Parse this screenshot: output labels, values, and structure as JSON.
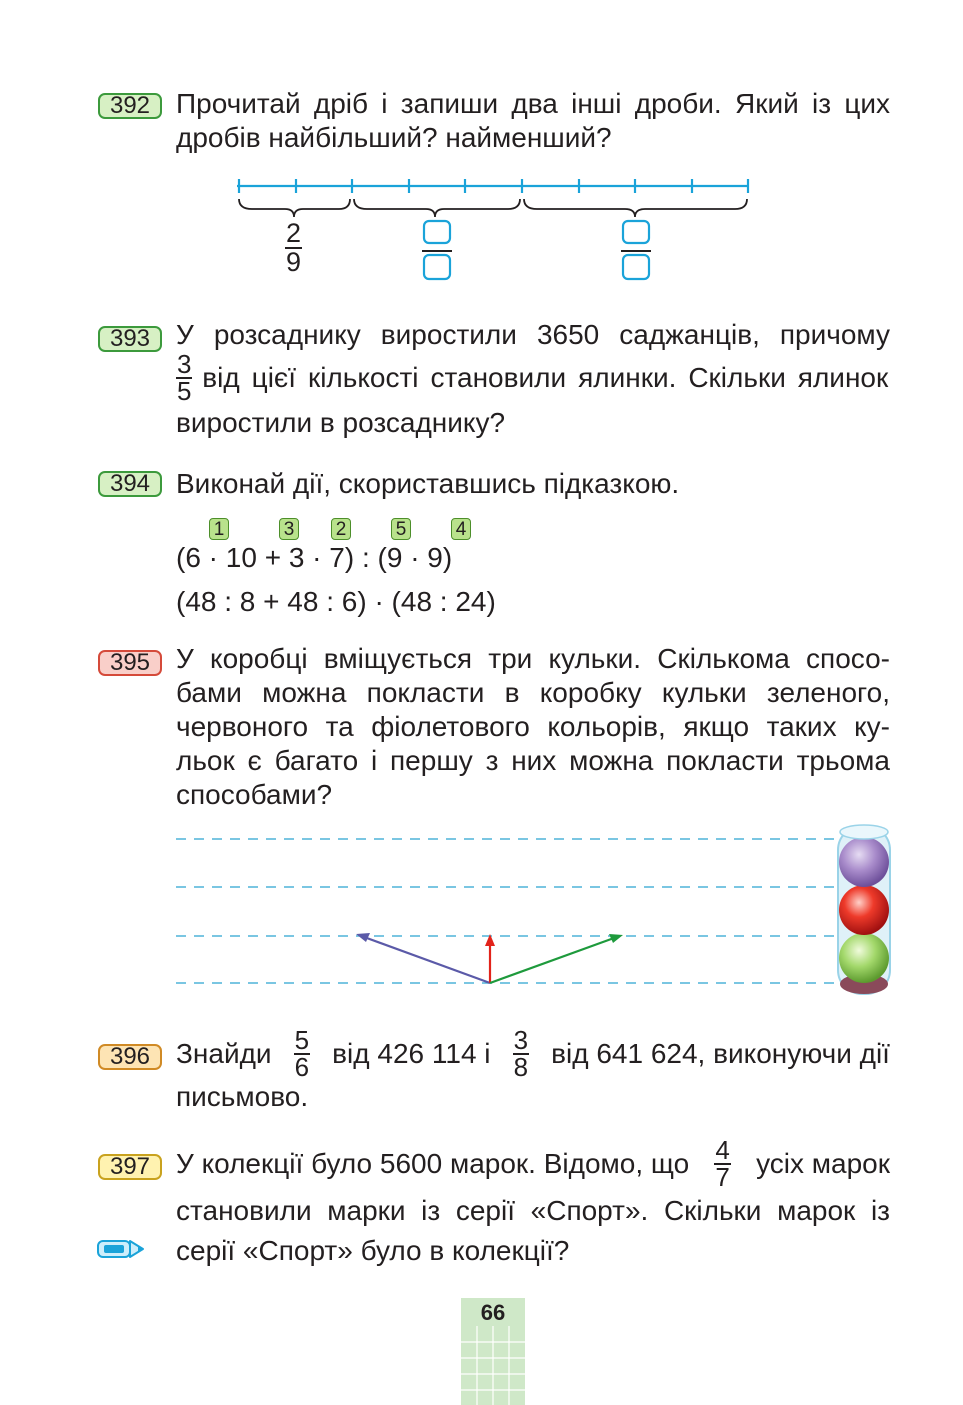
{
  "tasks": {
    "t392": {
      "number": "392",
      "lines": [
        "Прочитай дріб і запиши два інші дроби. Який із цих",
        "дробів найбільший? найменший?"
      ],
      "fraction": {
        "num": "2",
        "den": "9"
      }
    },
    "t393": {
      "number": "393",
      "line1": "У розсаднику виростили 3650 саджанців, причому",
      "fraction": {
        "num": "3",
        "den": "5"
      },
      "line2": "від цієї кількості становили ялинки. Скільки ялинок",
      "line3": "виростили в розсаднику?"
    },
    "t394": {
      "number": "394",
      "text": "Виконай дії, скориставшись підказкою.",
      "steps": [
        "1",
        "3",
        "2",
        "5",
        "4"
      ],
      "expr1": "(6 · 10 + 3 · 7) : (9 · 9)",
      "expr2": "(48 : 8 + 48 : 6) · (48 : 24)"
    },
    "t395": {
      "number": "395",
      "lines": [
        "У коробці вміщується три кульки. Скількома спосо-",
        "бами можна покласти в коробку кульки зеленого,",
        "червоного та фіолетового кольорів, якщо таких ку-",
        "льок є багато і першу з них можна покласти трьома",
        "способами?"
      ]
    },
    "t396": {
      "number": "396",
      "part1": "Знайди",
      "frac1": {
        "num": "5",
        "den": "6"
      },
      "part2": "від 426 114 і",
      "frac2": {
        "num": "3",
        "den": "8"
      },
      "part3": "від 641 624, виконуючи дії",
      "line2": "письмово."
    },
    "t397": {
      "number": "397",
      "part1": "У колекції було 5600 марок. Відомо, що",
      "frac": {
        "num": "4",
        "den": "7"
      },
      "part2": "усіх марок",
      "line2": "становили марки із серії «Спорт». Скільки марок із",
      "line3": "серії «Спорт» було в колекції?"
    }
  },
  "page_number": "66",
  "colors": {
    "number_line": "#1aa3d9",
    "answer_box": "#1aa3d9",
    "guide_line": "#4fb3d9",
    "arrow_violet": "#5b5aa8",
    "arrow_red": "#e2231a",
    "arrow_green": "#1e9a3c",
    "ball_violet": "#9a7cc2",
    "ball_red": "#e2231a",
    "ball_green": "#8fcf5a"
  },
  "icons": [
    "pencil-icon"
  ]
}
